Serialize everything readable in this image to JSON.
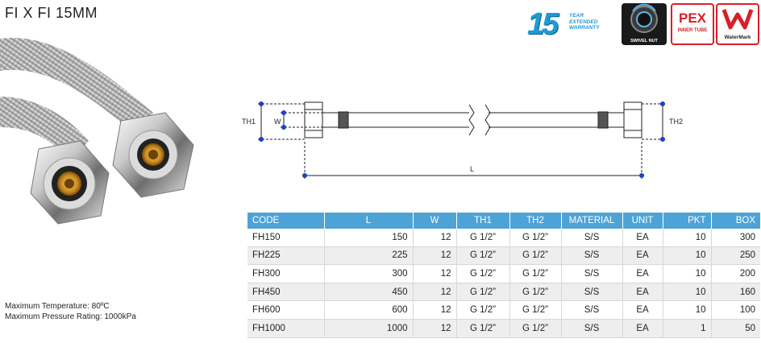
{
  "page": {
    "title": "FI X FI 15MM"
  },
  "specs": {
    "max_temperature": "Maximum Temperature: 80ºC",
    "max_pressure": "Maximum Pressure Rating: 1000kPa"
  },
  "badges": {
    "warranty_number": "15",
    "warranty_text_1": "YEAR",
    "warranty_text_2": "EXTENDED",
    "warranty_text_3": "WARRANTY",
    "swivel_nut": "SWIVEL NUT",
    "pex_big": "PEX",
    "pex_small": "INNER TUBE",
    "watermark": "WaterMark"
  },
  "diagram": {
    "th1": "TH1",
    "w": "W",
    "th2": "TH2",
    "l": "L"
  },
  "table": {
    "headers": [
      "CODE",
      "L",
      "W",
      "TH1",
      "TH2",
      "MATERIAL",
      "UNIT",
      "PKT",
      "BOX"
    ],
    "rows": [
      [
        "FH150",
        "150",
        "12",
        "G 1/2”",
        "G 1/2”",
        "S/S",
        "EA",
        "10",
        "300"
      ],
      [
        "FH225",
        "225",
        "12",
        "G 1/2”",
        "G 1/2”",
        "S/S",
        "EA",
        "10",
        "250"
      ],
      [
        "FH300",
        "300",
        "12",
        "G 1/2”",
        "G 1/2”",
        "S/S",
        "EA",
        "10",
        "200"
      ],
      [
        "FH450",
        "450",
        "12",
        "G 1/2”",
        "G 1/2”",
        "S/S",
        "EA",
        "10",
        "160"
      ],
      [
        "FH600",
        "600",
        "12",
        "G 1/2”",
        "G 1/2”",
        "S/S",
        "EA",
        "10",
        "100"
      ],
      [
        "FH1000",
        "1000",
        "12",
        "G 1/2”",
        "G 1/2”",
        "S/S",
        "EA",
        "1",
        "50"
      ]
    ]
  },
  "colors": {
    "header_blue": "#4ea3d6",
    "warranty_blue": "#1e9ad6",
    "badge_red": "#d82027",
    "dimension_dot": "#1f3fc4"
  }
}
